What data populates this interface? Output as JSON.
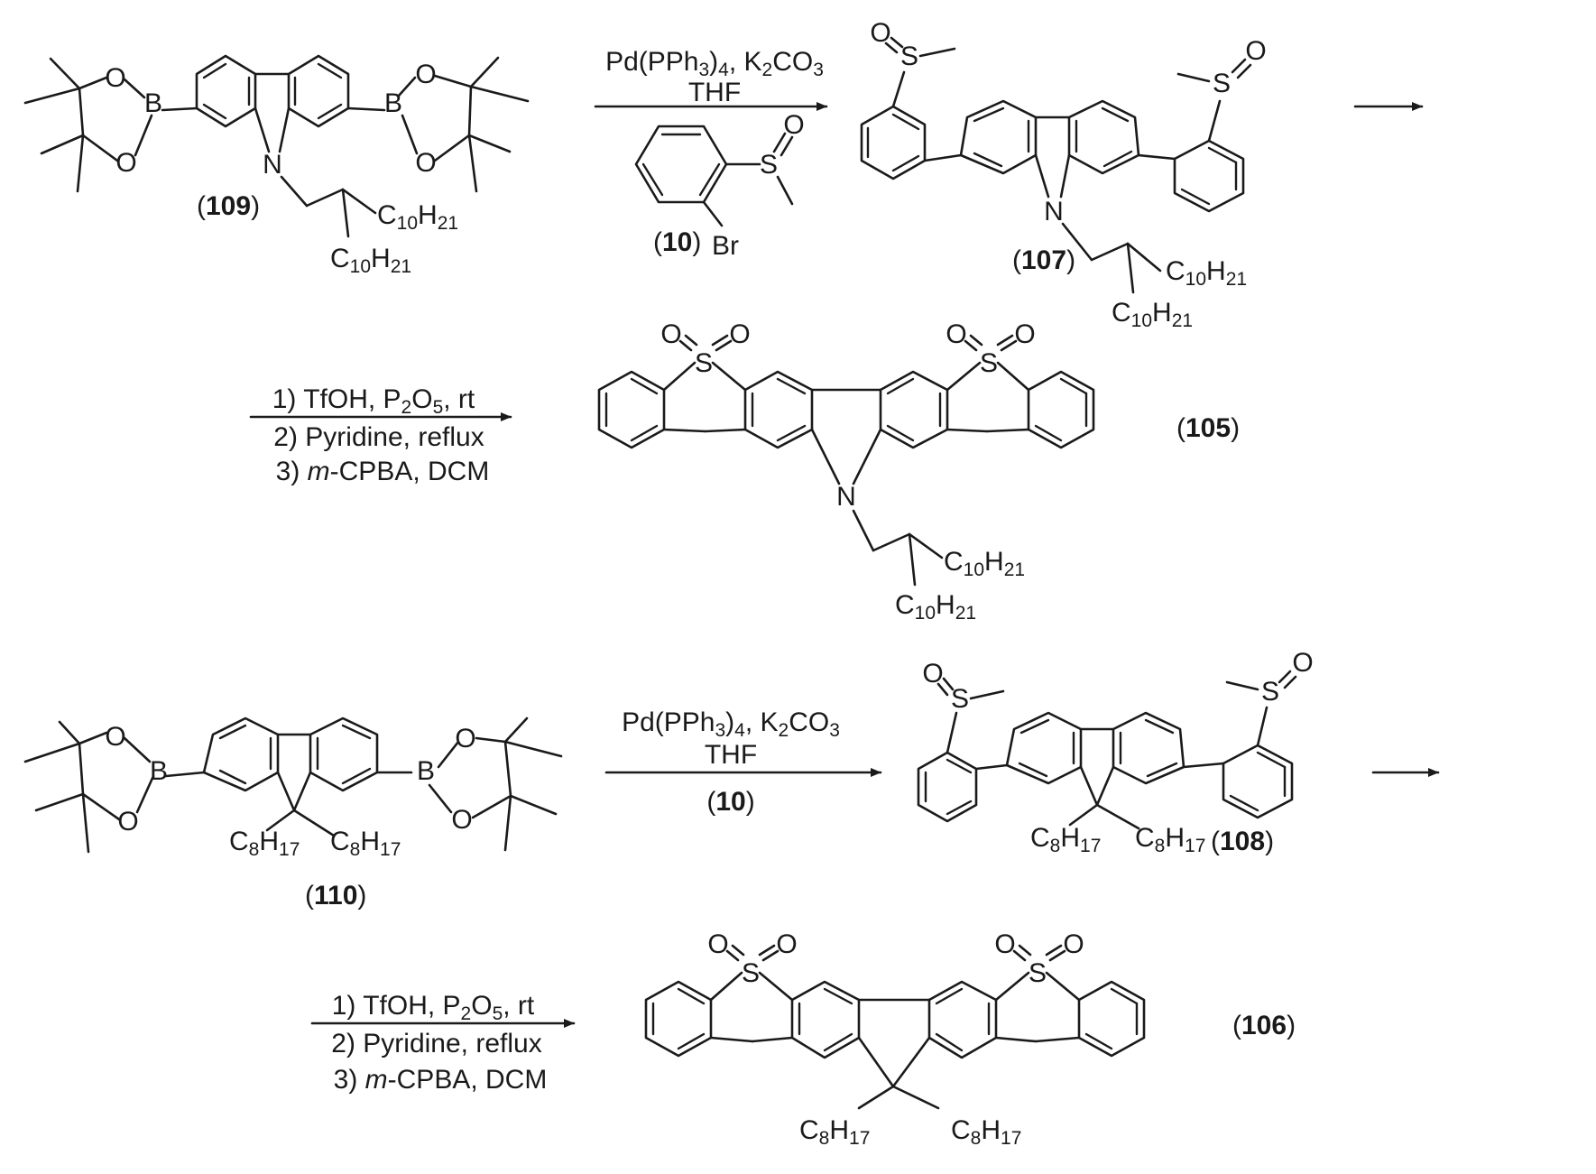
{
  "scheme": {
    "step1": {
      "reagents": [
        "Pd(PPh3)4, K2CO3",
        "THF"
      ],
      "reagent_compound": "(10)"
    },
    "step2": {
      "conditions": [
        "1) TfOH, P2O5, rt",
        "2) Pyridine, reflux",
        "3) m-CPBA, DCM"
      ]
    },
    "step3": {
      "reagents": [
        "Pd(PPh3)4, K2CO3",
        "THF"
      ],
      "reagent_compound": "(10)"
    },
    "step4": {
      "conditions": [
        "1) TfOH, P2O5, rt",
        "2) Pyridine, reflux",
        "3) m-CPBA, DCM"
      ]
    }
  },
  "compounds": {
    "c109": {
      "id": "109",
      "substituents": [
        "C10H21",
        "C10H21"
      ]
    },
    "c10": {
      "id": "10",
      "atoms": [
        "S",
        "O",
        "Br"
      ]
    },
    "c107": {
      "id": "107",
      "substituents": [
        "C10H21",
        "C10H21"
      ]
    },
    "c105": {
      "id": "105",
      "substituents": [
        "C10H21",
        "C10H21"
      ]
    },
    "c110": {
      "id": "110",
      "substituents": [
        "C8H17",
        "C8H17"
      ]
    },
    "c108": {
      "id": "108",
      "substituents": [
        "C8H17",
        "C8H17"
      ]
    },
    "c106": {
      "id": "106",
      "substituents": [
        "C8H17",
        "C8H17"
      ]
    }
  },
  "atoms": {
    "O": "O",
    "B": "B",
    "N": "N",
    "S": "S",
    "Br": "Br"
  }
}
